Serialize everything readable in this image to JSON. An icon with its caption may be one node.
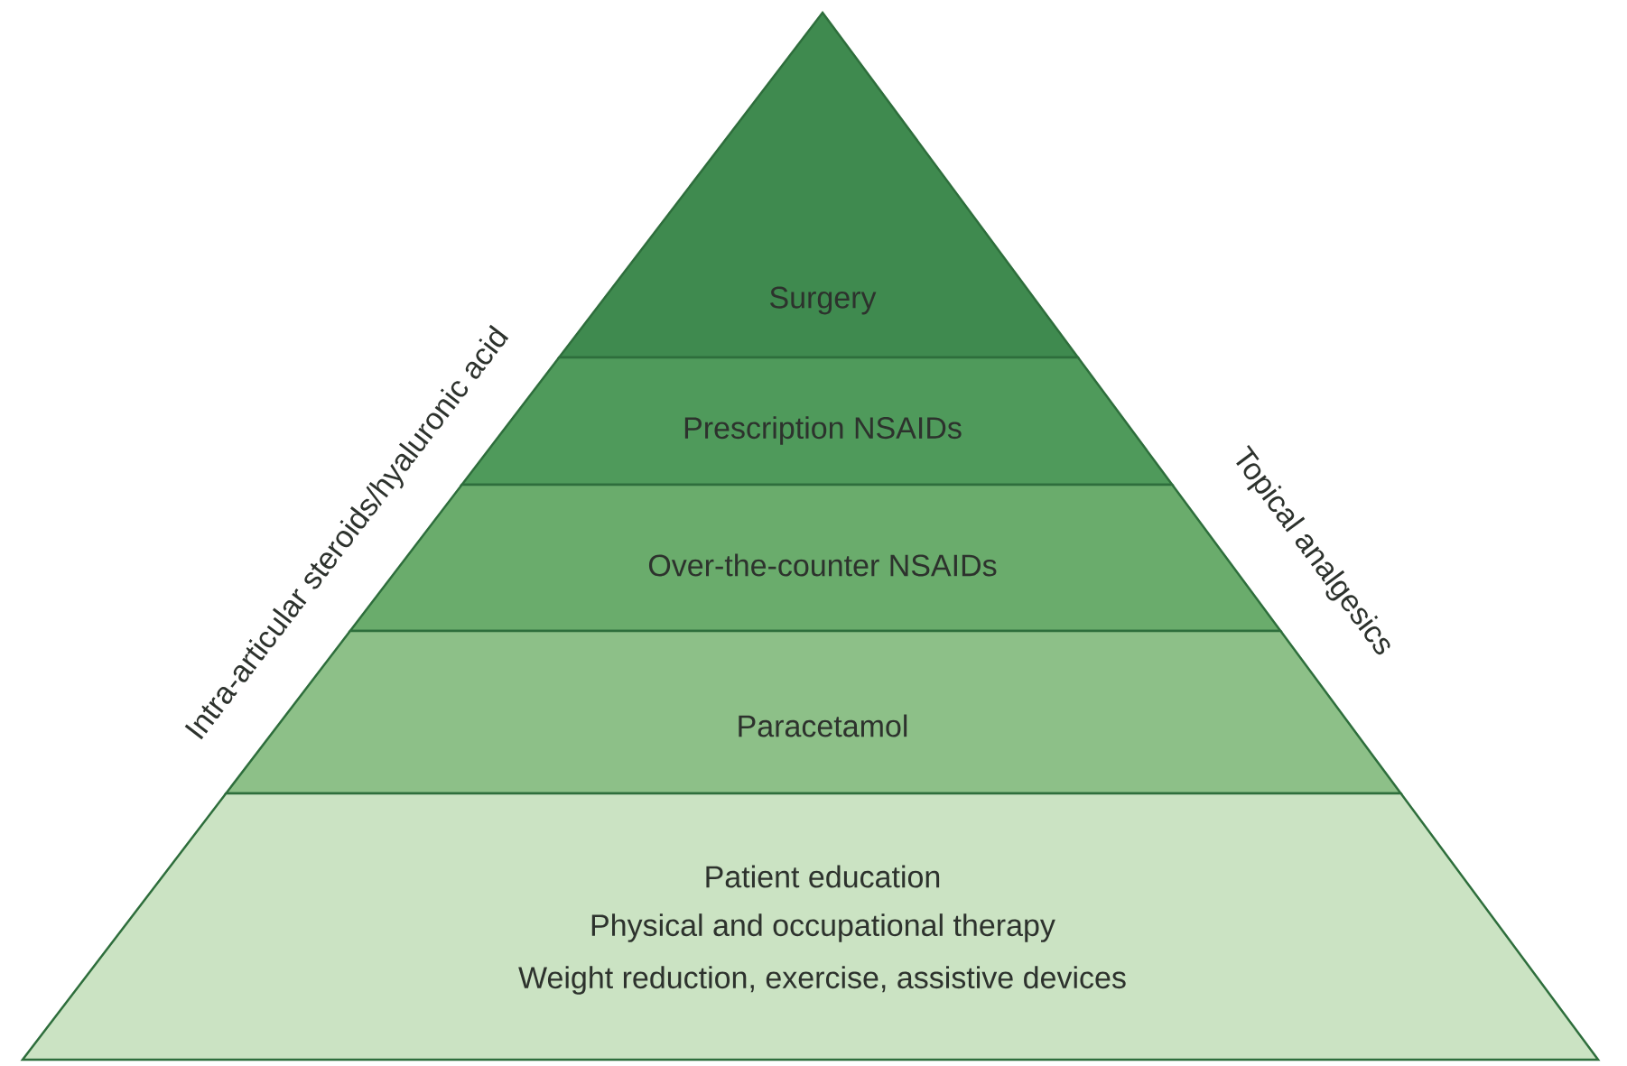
{
  "diagram": {
    "nodes": [
      {
        "text": [
          "Surgery"
        ]
      },
      {
        "text": [
          "Prescription NSAIDs"
        ]
      },
      {
        "text": [
          "Over-the-counter NSAIDs"
        ]
      },
      {
        "text": [
          "Paracetamol"
        ]
      },
      {
        "text": [
          "Patient education",
          "Physical and occupational therapy",
          "Weight reduction, exercise, assistive devices"
        ]
      }
    ],
    "labels": [
      "Intra-articular steroids/hyaluronic acid",
      "Topical analgesics"
    ]
  }
}
